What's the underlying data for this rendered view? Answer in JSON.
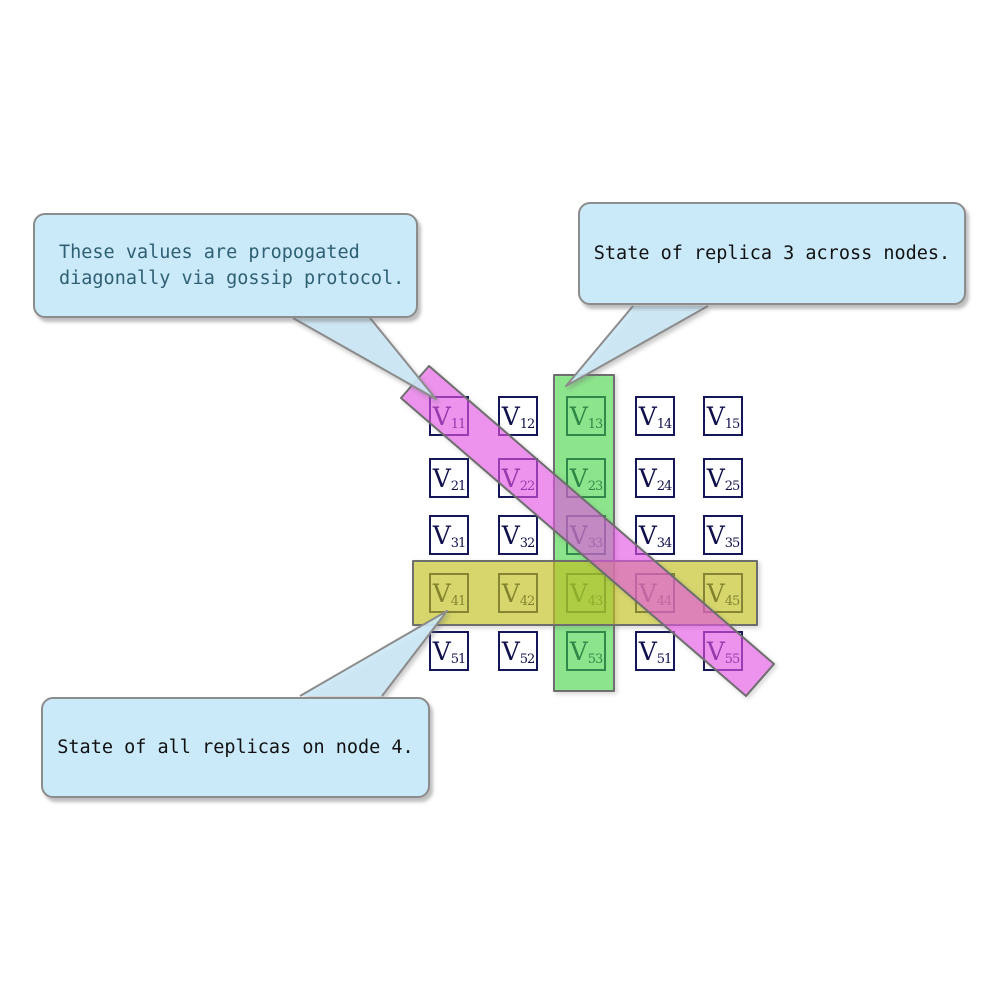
{
  "diagram": {
    "callouts": [
      {
        "lines": [
          "These values are propogated",
          "diagonally via gossip protocol."
        ]
      },
      {
        "text": "State of replica 3 across nodes."
      },
      {
        "text": "State of all replicas on node 4."
      }
    ],
    "matrix": {
      "symbol": "V",
      "rows": [
        [
          "11",
          "12",
          "13",
          "14",
          "15"
        ],
        [
          "21",
          "22",
          "23",
          "24",
          "25"
        ],
        [
          "31",
          "32",
          "33",
          "34",
          "35"
        ],
        [
          "41",
          "42",
          "43",
          "44",
          "45"
        ],
        [
          "51",
          "52",
          "53",
          "51",
          "55"
        ]
      ]
    },
    "highlights": {
      "column": {
        "fill": "rgba(60,230,60,0.52)"
      },
      "row": {
        "fill": "rgba(205,205,20,0.57)"
      },
      "diagonal": {
        "fill": "rgba(246,80,246,0.55)"
      }
    },
    "colors": {
      "callout_bg": "#cbeaf9",
      "callout_border": "#8c8c8c",
      "callout1_text": "#2e5f73",
      "callout_text": "#111111",
      "cell_border": "#15155a",
      "cell_text": "#10104d",
      "band_stroke": "#6e6e6e"
    }
  }
}
